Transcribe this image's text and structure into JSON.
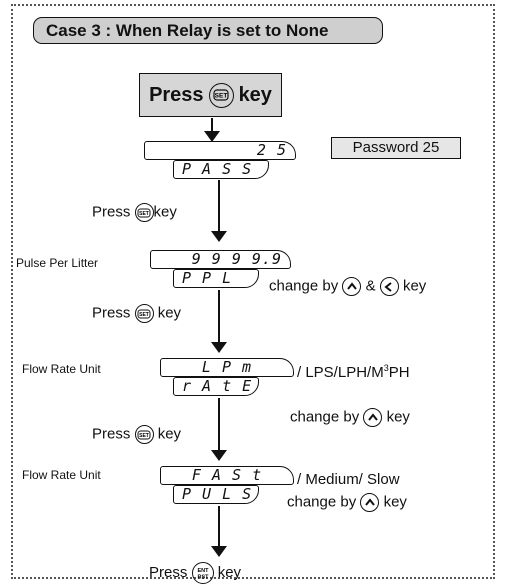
{
  "case_title": "Case 3 : When Relay is  set to None",
  "press_set_top": {
    "press": "Press",
    "key_icon": "SET",
    "key": "key"
  },
  "password": {
    "lcd_top": "2 5",
    "lcd_bottom": "P A S S",
    "note": "Password 25"
  },
  "step_press_set_1": {
    "press": "Press",
    "key_icon": "SET",
    "key": "key"
  },
  "ppl": {
    "label": "Pulse Per Litter",
    "lcd_top": "9 9 9 9.9",
    "lcd_bottom": "P P L",
    "change_by": "change by",
    "amp": "&",
    "key": "key"
  },
  "step_press_set_2": {
    "press": "Press",
    "key_icon": "SET",
    "key": "key"
  },
  "flow_unit": {
    "label": "Flow Rate Unit",
    "lcd_top": "L P m",
    "lcd_bottom": "r A t E",
    "options_prefix": "/ LPS/LPH/M",
    "options_sup": "3",
    "options_suffix": "PH",
    "change_by": "change by",
    "key": "key"
  },
  "step_press_set_3": {
    "press": "Press",
    "key_icon": "SET",
    "key": "key"
  },
  "pulse_speed": {
    "label": "Flow Rate Unit",
    "lcd_top": "F A S t",
    "lcd_bottom": "P U L S",
    "options": "/ Medium/ Slow",
    "change_by": "change by",
    "key": "key"
  },
  "final_press": {
    "press": "Press",
    "key_icon_top": "ENT",
    "key_icon_bottom": "RST",
    "key": "key"
  }
}
